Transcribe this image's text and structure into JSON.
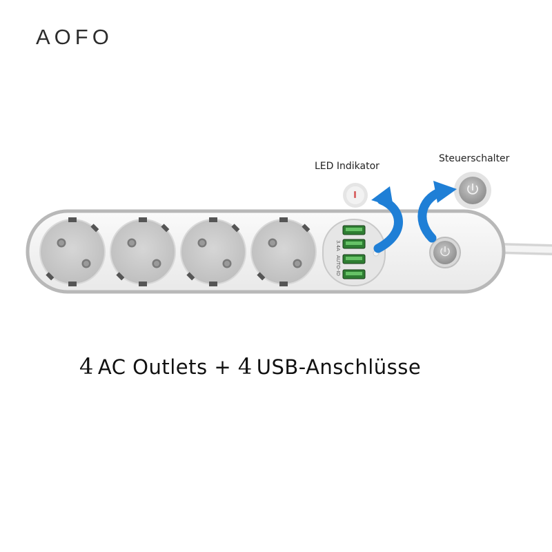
{
  "brand": {
    "name": "AOFO"
  },
  "callouts": {
    "led": "LED Indikator",
    "switch": "Steuerschalter"
  },
  "caption": {
    "ac_count": "4",
    "ac_text": "AC Outlets +",
    "usb_count": "4",
    "usb_text": "USB-Anschlüsse"
  },
  "product": {
    "usb_panel_label": "3.4A",
    "usb_panel_label_2": "AUTO-ID",
    "outlet_count": 4,
    "usb_port_count": 4
  },
  "colors": {
    "strip_body": "#ffffff",
    "strip_border": "#b9b9b9",
    "outlet": "#c8c8c8",
    "usb_port": "#3fae3f",
    "arrow": "#1f7fd6",
    "switch": "#9a9a9a"
  }
}
